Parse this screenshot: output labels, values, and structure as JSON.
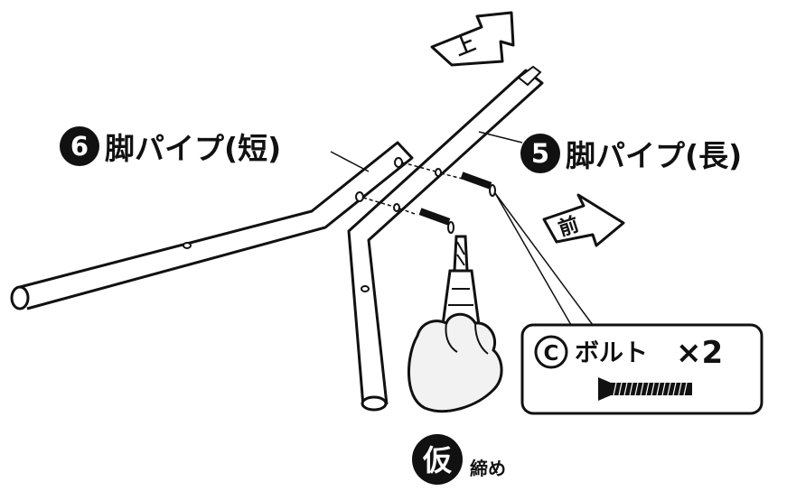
{
  "parts": {
    "short_pipe": {
      "number": "6",
      "name": "脚パイプ(短)"
    },
    "long_pipe": {
      "number": "5",
      "name": "脚パイプ(長)"
    }
  },
  "directions": {
    "up": "上",
    "front": "前"
  },
  "bolt_callout": {
    "letter": "C",
    "name": "ボルト",
    "quantity": "×2"
  },
  "step": {
    "badge": "仮",
    "action": "締め"
  },
  "colors": {
    "ink": "#111111",
    "paper": "#ffffff",
    "hand_fill": "#f2f2f2"
  }
}
